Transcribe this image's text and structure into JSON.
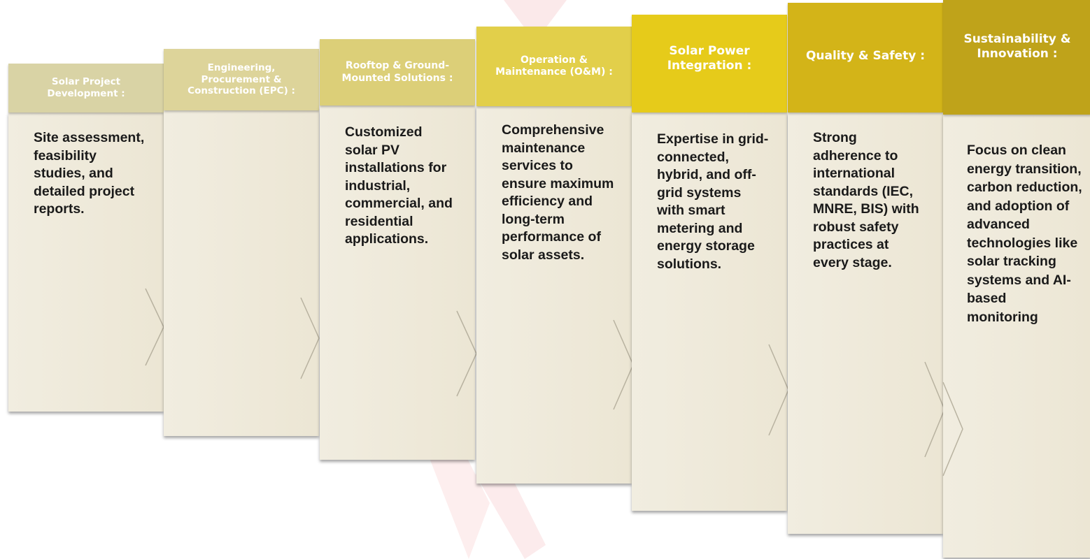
{
  "steps": [
    {
      "header": "Solar Project\nDevelopment :",
      "description": "Site assessment,\nfeasibility\nstudies, and\ndetailed project\nreports.",
      "header_color": "#d9d3a5"
    },
    {
      "header": "Engineering,\nProcurement &\nConstruction (EPC) :",
      "description": "",
      "header_color": "#ddd49a"
    },
    {
      "header": "Rooftop & Ground-\nMounted Solutions :",
      "description": "Customized\nsolar PV\ninstallations for\nindustrial,\ncommercial, and\nresidential\napplications.",
      "header_color": "#dccf78"
    },
    {
      "header": "Operation &\nMaintenance (O&M) :",
      "description": "Comprehensive\nmaintenance\nservices to\nensure maximum\nefficiency and\nlong-term\nperformance of\nsolar assets.",
      "header_color": "#e2cf4a"
    },
    {
      "header": "Solar Power\nIntegration :",
      "description": "Expertise in grid-\nconnected,\nhybrid, and off-\ngrid systems\nwith smart\nmetering and\nenergy storage\nsolutions.",
      "header_color": "#e6cb1a"
    },
    {
      "header": "Quality & Safety :",
      "description": "Strong\nadherence to\ninternational\nstandards (IEC,\nMNRE, BIS) with\nrobust safety\npractices at\nevery stage.",
      "header_color": "#d3b418"
    },
    {
      "header": "Sustainability &\nInnovation :",
      "description": "Focus on clean\nenergy transition,\ncarbon reduction,\nand adoption of\nadvanced\ntechnologies like\nsolar tracking\nsystems and AI-\nbased\nmonitoring",
      "header_color": "#bfa31a"
    }
  ]
}
